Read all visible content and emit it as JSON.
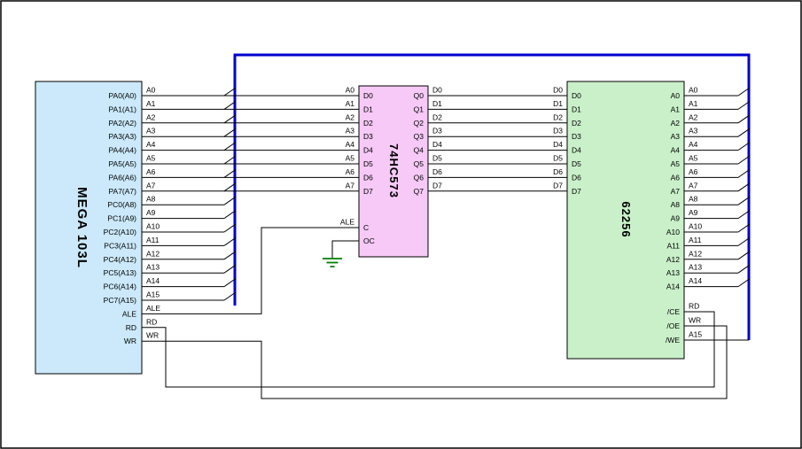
{
  "colors": {
    "mcu_fill": "#cbe9fa",
    "latch_fill": "#f6c9f6",
    "sram_fill": "#c9f0c9",
    "bus": "#0000cc",
    "wire": "#000000",
    "ground": "#008000",
    "border": "#000000"
  },
  "mcu": {
    "label": "MEGA 103L",
    "pins": [
      {
        "inner": "PA0(A0)",
        "outer": "A0"
      },
      {
        "inner": "PA1(A1)",
        "outer": "A1"
      },
      {
        "inner": "PA2(A2)",
        "outer": "A2"
      },
      {
        "inner": "PA3(A3)",
        "outer": "A3"
      },
      {
        "inner": "PA4(A4)",
        "outer": "A4"
      },
      {
        "inner": "PA5(A5)",
        "outer": "A5"
      },
      {
        "inner": "PA6(A6)",
        "outer": "A6"
      },
      {
        "inner": "PA7(A7)",
        "outer": "A7"
      },
      {
        "inner": "PC0(A8)",
        "outer": "A8"
      },
      {
        "inner": "PC1(A9)",
        "outer": "A9"
      },
      {
        "inner": "PC2(A10)",
        "outer": "A10"
      },
      {
        "inner": "PC3(A11)",
        "outer": "A11"
      },
      {
        "inner": "PC4(A12)",
        "outer": "A12"
      },
      {
        "inner": "PC5(A13)",
        "outer": "A13"
      },
      {
        "inner": "PC6(A14)",
        "outer": "A14"
      },
      {
        "inner": "PC7(A15)",
        "outer": "A15"
      },
      {
        "inner": "ALE",
        "outer": "ALE"
      },
      {
        "inner": "RD",
        "outer": "RD"
      },
      {
        "inner": "WR",
        "outer": "WR"
      }
    ]
  },
  "latch": {
    "label": "74HC573",
    "data_in": [
      {
        "inner": "D0",
        "outer": "A0"
      },
      {
        "inner": "D1",
        "outer": "A1"
      },
      {
        "inner": "D2",
        "outer": "A2"
      },
      {
        "inner": "D3",
        "outer": "A3"
      },
      {
        "inner": "D4",
        "outer": "A4"
      },
      {
        "inner": "D5",
        "outer": "A5"
      },
      {
        "inner": "D6",
        "outer": "A6"
      },
      {
        "inner": "D7",
        "outer": "A7"
      }
    ],
    "data_out": [
      {
        "inner": "Q0",
        "outer": "D0"
      },
      {
        "inner": "Q1",
        "outer": "D1"
      },
      {
        "inner": "Q2",
        "outer": "D2"
      },
      {
        "inner": "Q3",
        "outer": "D3"
      },
      {
        "inner": "Q4",
        "outer": "D4"
      },
      {
        "inner": "Q5",
        "outer": "D5"
      },
      {
        "inner": "Q6",
        "outer": "D6"
      },
      {
        "inner": "Q7",
        "outer": "D7"
      }
    ],
    "control": [
      {
        "inner": "C",
        "outer": "ALE"
      },
      {
        "inner": "OC",
        "outer": ""
      }
    ]
  },
  "sram": {
    "label": "62256",
    "data": [
      {
        "inner": "D0",
        "outer": "D0"
      },
      {
        "inner": "D1",
        "outer": "D1"
      },
      {
        "inner": "D2",
        "outer": "D2"
      },
      {
        "inner": "D3",
        "outer": "D3"
      },
      {
        "inner": "D4",
        "outer": "D4"
      },
      {
        "inner": "D5",
        "outer": "D5"
      },
      {
        "inner": "D6",
        "outer": "D6"
      },
      {
        "inner": "D7",
        "outer": "D7"
      }
    ],
    "addr": [
      {
        "inner": "A0",
        "outer": "A0"
      },
      {
        "inner": "A1",
        "outer": "A1"
      },
      {
        "inner": "A2",
        "outer": "A2"
      },
      {
        "inner": "A3",
        "outer": "A3"
      },
      {
        "inner": "A4",
        "outer": "A4"
      },
      {
        "inner": "A5",
        "outer": "A5"
      },
      {
        "inner": "A6",
        "outer": "A6"
      },
      {
        "inner": "A7",
        "outer": "A7"
      },
      {
        "inner": "A8",
        "outer": "A8"
      },
      {
        "inner": "A9",
        "outer": "A9"
      },
      {
        "inner": "A10",
        "outer": "A10"
      },
      {
        "inner": "A11",
        "outer": "A11"
      },
      {
        "inner": "A12",
        "outer": "A12"
      },
      {
        "inner": "A13",
        "outer": "A13"
      },
      {
        "inner": "A14",
        "outer": "A14"
      }
    ],
    "control": [
      {
        "inner": "/CE",
        "outer": "RD"
      },
      {
        "inner": "/OE",
        "outer": "WR"
      },
      {
        "inner": "/WE",
        "outer": "A15"
      }
    ]
  }
}
